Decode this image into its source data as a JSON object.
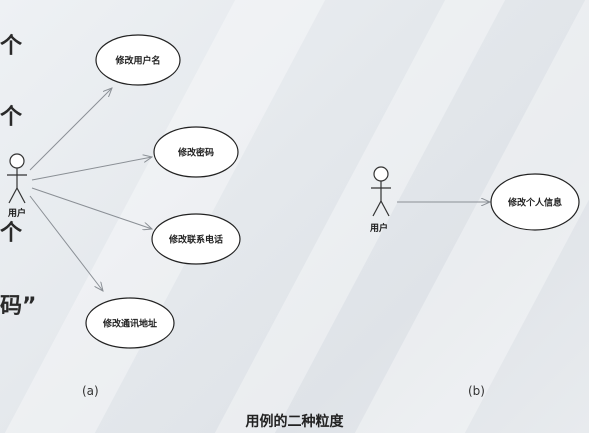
{
  "left_fragments": [
    "个",
    "个",
    "个",
    "码”"
  ],
  "diagram_a": {
    "actor": "用户",
    "use_cases": [
      "修改用户名",
      "修改密码",
      "修改联系电话",
      "修改通讯地址"
    ],
    "label": "(a)"
  },
  "diagram_b": {
    "actor": "用户",
    "use_case": "修改个人信息",
    "label": "(b)"
  },
  "caption": "用例的二种粒度",
  "colors": {
    "line": "#8a8f95",
    "ellipse_fill": "#ffffff",
    "ellipse_stroke": "#222222"
  }
}
